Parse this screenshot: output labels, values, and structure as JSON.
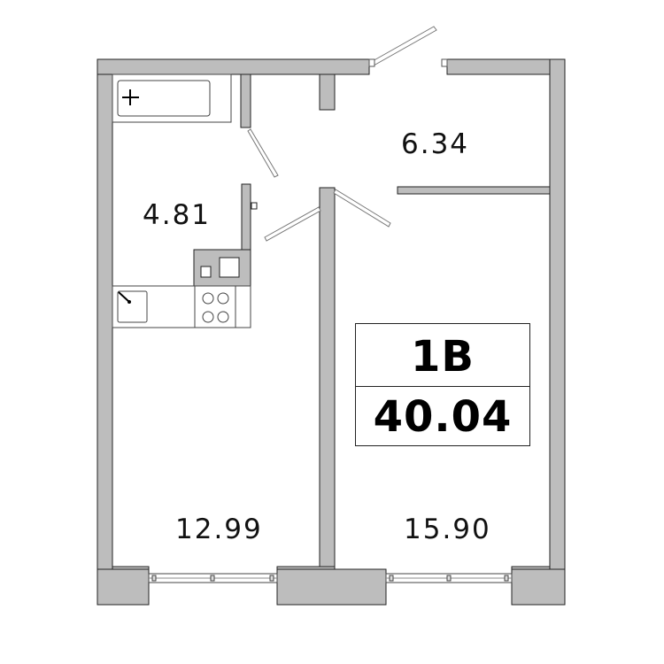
{
  "plan": {
    "wall_color": "#bdbdbd",
    "wall_stroke": "#222222",
    "rooms": [
      {
        "id": "bathroom",
        "area": "4.81"
      },
      {
        "id": "hall",
        "area": "6.34"
      },
      {
        "id": "kitchen",
        "area": "12.99"
      },
      {
        "id": "living-room",
        "area": "15.90"
      }
    ],
    "apartment": {
      "type": "1B",
      "total_area": "40.04"
    }
  }
}
